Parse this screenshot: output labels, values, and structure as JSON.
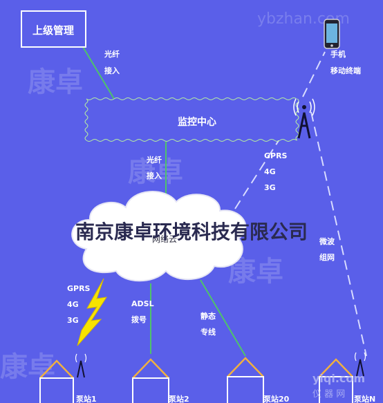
{
  "watermarks": {
    "site": "ybzhan.com",
    "brand_1": "康卓",
    "brand_2": "康卓",
    "brand_3": "康卓",
    "brand_4": "康卓",
    "company": "南京康卓环境科技有限公司",
    "corner": "yiqi.com",
    "corner_sub": "仪 器 网"
  },
  "nodes": {
    "superior": "上级管理",
    "monitor_center": "监控中心",
    "mobile_line1": "手机",
    "mobile_line2": "移动终端",
    "network": "网络云",
    "station_1": "泵站1",
    "station_2": "泵站2",
    "station_20": "泵站20",
    "station_n": "泵站N"
  },
  "links": {
    "fiber_top_1": "光纤",
    "fiber_top_2": "接入",
    "fiber_mid_1": "光纤",
    "fiber_mid_2": "接入",
    "gprs_right_1": "GPRS",
    "gprs_right_2": "4G",
    "gprs_right_3": "3G",
    "microwave_1": "微波",
    "microwave_2": "组网",
    "gprs_left_1": "GPRS",
    "gprs_left_2": "4G",
    "gprs_left_3": "3G",
    "adsl_1": "ADSL",
    "adsl_2": "拨号",
    "static_1": "静态",
    "static_2": "专线"
  },
  "colors": {
    "background": "#5a5fe9",
    "fiber_line": "#4fc36a",
    "wireless_line": "#d8dbff",
    "lightning": "#f7e300",
    "station_roof": "#f0b040"
  }
}
